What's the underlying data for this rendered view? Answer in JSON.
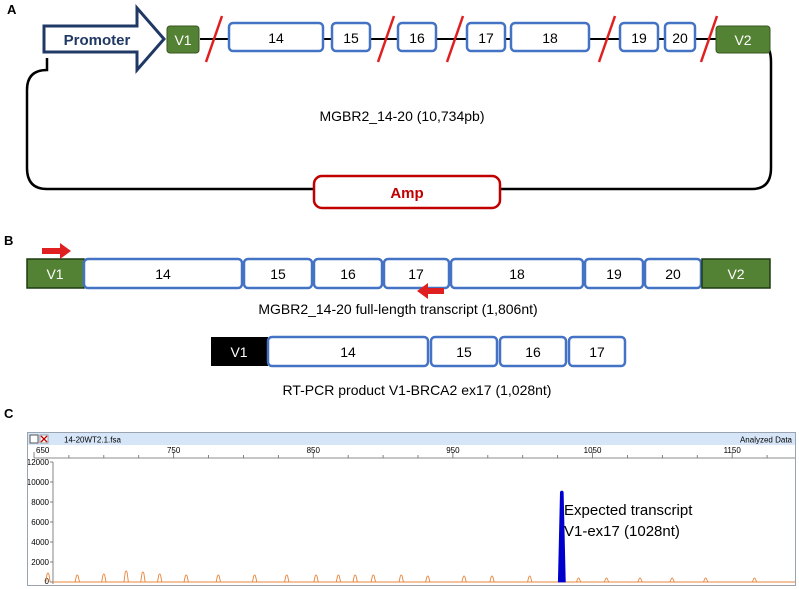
{
  "panels": {
    "a": "A",
    "b": "B",
    "c": "C"
  },
  "colors": {
    "exon_border": "#4472c4",
    "vector_green": "#548235",
    "promoter_navy": "#1f3864",
    "amp_red": "#c00000",
    "peak_blue": "#0000cc",
    "peak_orange": "#e8843a",
    "header_blue": "#d6e6f8"
  },
  "panel_a": {
    "promoter": "Promoter",
    "v1": "V1",
    "v2": "V2",
    "exons": [
      "14",
      "15",
      "16",
      "17",
      "18",
      "19",
      "20"
    ],
    "plasmid_label": "MGBR2_14-20 (10,734pb)",
    "amp": "Amp"
  },
  "panel_b": {
    "transcript": {
      "v1": "V1",
      "exons": [
        "14",
        "15",
        "16",
        "17",
        "18",
        "19",
        "20"
      ],
      "v2": "V2",
      "label": "MGBR2_14-20 full-length transcript (1,806nt)"
    },
    "product": {
      "v1": "V1",
      "exons": [
        "14",
        "15",
        "16",
        "17"
      ],
      "label": "RT-PCR product V1-BRCA2 ex17 (1,028nt)"
    }
  },
  "panel_c": {
    "filename": "14-20WT2.1.fsa",
    "status": "Analyzed Data",
    "x_ticks": [
      "650",
      "750",
      "850",
      "950",
      "1050",
      "1150"
    ],
    "y_ticks": [
      "12000",
      "10000",
      "8000",
      "6000",
      "4000",
      "2000",
      "0"
    ],
    "annotation_line1": "Expected transcript",
    "annotation_line2": "V1-ex17 (1028nt)"
  },
  "chart_data": {
    "type": "line",
    "xlim": [
      650,
      1195
    ],
    "ylim": [
      0,
      12000
    ],
    "x_ticks": [
      650,
      750,
      850,
      950,
      1050,
      1150
    ],
    "y_ticks": [
      0,
      2000,
      4000,
      6000,
      8000,
      10000,
      12000
    ],
    "grid": false,
    "series": [
      {
        "color": "#0000cc",
        "peaks": [
          {
            "x": 1028,
            "y": 9100
          }
        ]
      },
      {
        "color": "#e8843a",
        "peaks": [
          {
            "x": 660,
            "y": 900
          },
          {
            "x": 681,
            "y": 700
          },
          {
            "x": 700,
            "y": 800
          },
          {
            "x": 716,
            "y": 1100
          },
          {
            "x": 728,
            "y": 1000
          },
          {
            "x": 740,
            "y": 800
          },
          {
            "x": 759,
            "y": 700
          },
          {
            "x": 782,
            "y": 700
          },
          {
            "x": 808,
            "y": 700
          },
          {
            "x": 831,
            "y": 700
          },
          {
            "x": 852,
            "y": 700
          },
          {
            "x": 868,
            "y": 700
          },
          {
            "x": 880,
            "y": 700
          },
          {
            "x": 893,
            "y": 700
          },
          {
            "x": 913,
            "y": 700
          },
          {
            "x": 932,
            "y": 600
          },
          {
            "x": 958,
            "y": 600
          },
          {
            "x": 978,
            "y": 600
          },
          {
            "x": 1005,
            "y": 600
          },
          {
            "x": 1040,
            "y": 400
          },
          {
            "x": 1060,
            "y": 400
          },
          {
            "x": 1084,
            "y": 400
          },
          {
            "x": 1107,
            "y": 400
          },
          {
            "x": 1131,
            "y": 400
          },
          {
            "x": 1166,
            "y": 400
          }
        ]
      }
    ]
  }
}
